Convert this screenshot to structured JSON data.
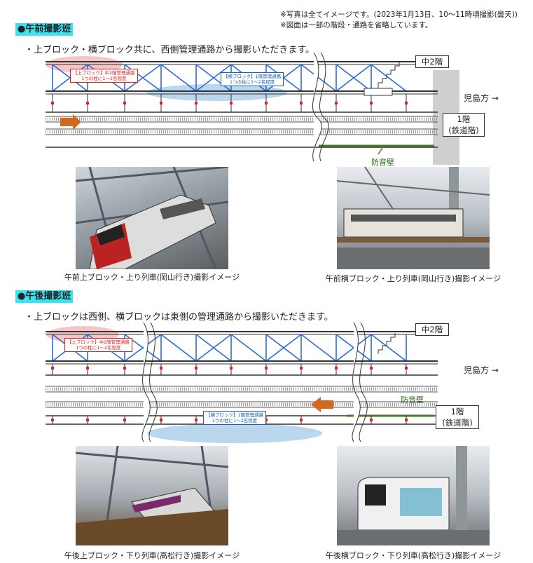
{
  "notes": {
    "line1": "※写真は全てイメージです。(2023年1月13日、10～11時頃撮影(曇天))",
    "line2": "※図面は一部の階段・通路を省略しています。"
  },
  "morning": {
    "title": "●午前撮影班",
    "desc": "・上ブロック・横ブロック共に、西側管理通路から撮影いただきます。",
    "tag_upper_1": "【上ブロック】中2階管理通路",
    "tag_upper_2": "1つの柱に1～2名程度",
    "tag_side_1": "【横ブロック】1階管理通路",
    "tag_side_2": "1つの柱に1～2名程度",
    "floor_m2": "中2階",
    "direction": "児島方 →",
    "floor_1_a": "1階",
    "floor_1_b": "(鉄道階)",
    "soundwall": "防音壁",
    "caption_left": "午前上ブロック・上り列車(岡山行き)撮影イメージ",
    "caption_right": "午前横ブロック・上り列車(岡山行き)撮影イメージ"
  },
  "afternoon": {
    "title": "●午後撮影班",
    "desc": "・上ブロックは西側、横ブロックは東側の管理通路から撮影いただきます。",
    "tag_upper_1": "【上ブロック】中2階管理通路",
    "tag_upper_2": "1つの柱に1～2名程度",
    "tag_side_1": "【横ブロック】1階管理通路",
    "tag_side_2": "1つの柱に1～2名程度",
    "floor_m2": "中2階",
    "direction": "児島方 →",
    "floor_1_a": "1階",
    "floor_1_b": "(鉄道階)",
    "soundwall": "防音壁",
    "caption_left": "午後上ブロック・下り列車(高松行き)撮影イメージ",
    "caption_right": "午後横ブロック・下り列車(高松行き)撮影イメージ"
  },
  "colors": {
    "accent_cyan": "#3fe0ef",
    "red": "#e02020",
    "blue": "#1a5fb0",
    "arrow": "#d2691e",
    "soundwall": "#4a7a2a"
  }
}
